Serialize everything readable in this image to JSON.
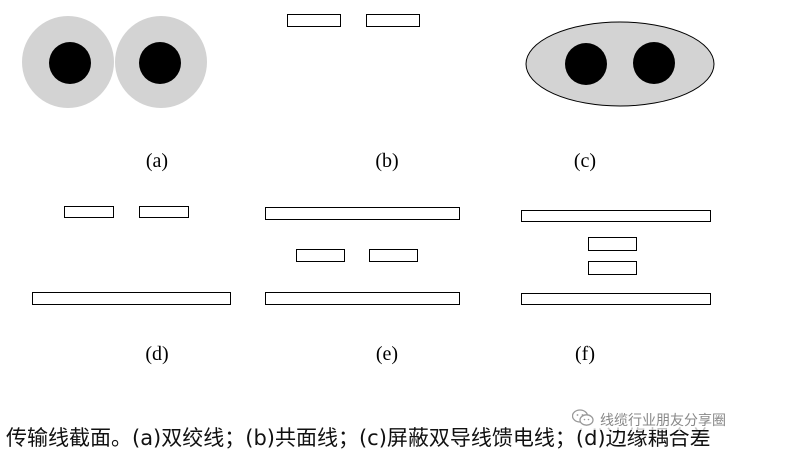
{
  "panels": [
    {
      "id": "a",
      "label": "(a)"
    },
    {
      "id": "b",
      "label": "(b)"
    },
    {
      "id": "c",
      "label": "(c)"
    },
    {
      "id": "d",
      "label": "(d)"
    },
    {
      "id": "e",
      "label": "(e)"
    },
    {
      "id": "f",
      "label": "(f)"
    }
  ],
  "colors": {
    "insulation": "#d3d3d3",
    "conductor": "#000000",
    "outline": "#000000",
    "background": "#ffffff"
  },
  "caption": {
    "text": "传输线截面。(a)双绞线；(b)共面线；(c)屏蔽双导线馈电线；(d)边缘耦合差"
  },
  "watermark": {
    "icon": "wechat-icon",
    "text": "线缆行业朋友分享圈"
  }
}
